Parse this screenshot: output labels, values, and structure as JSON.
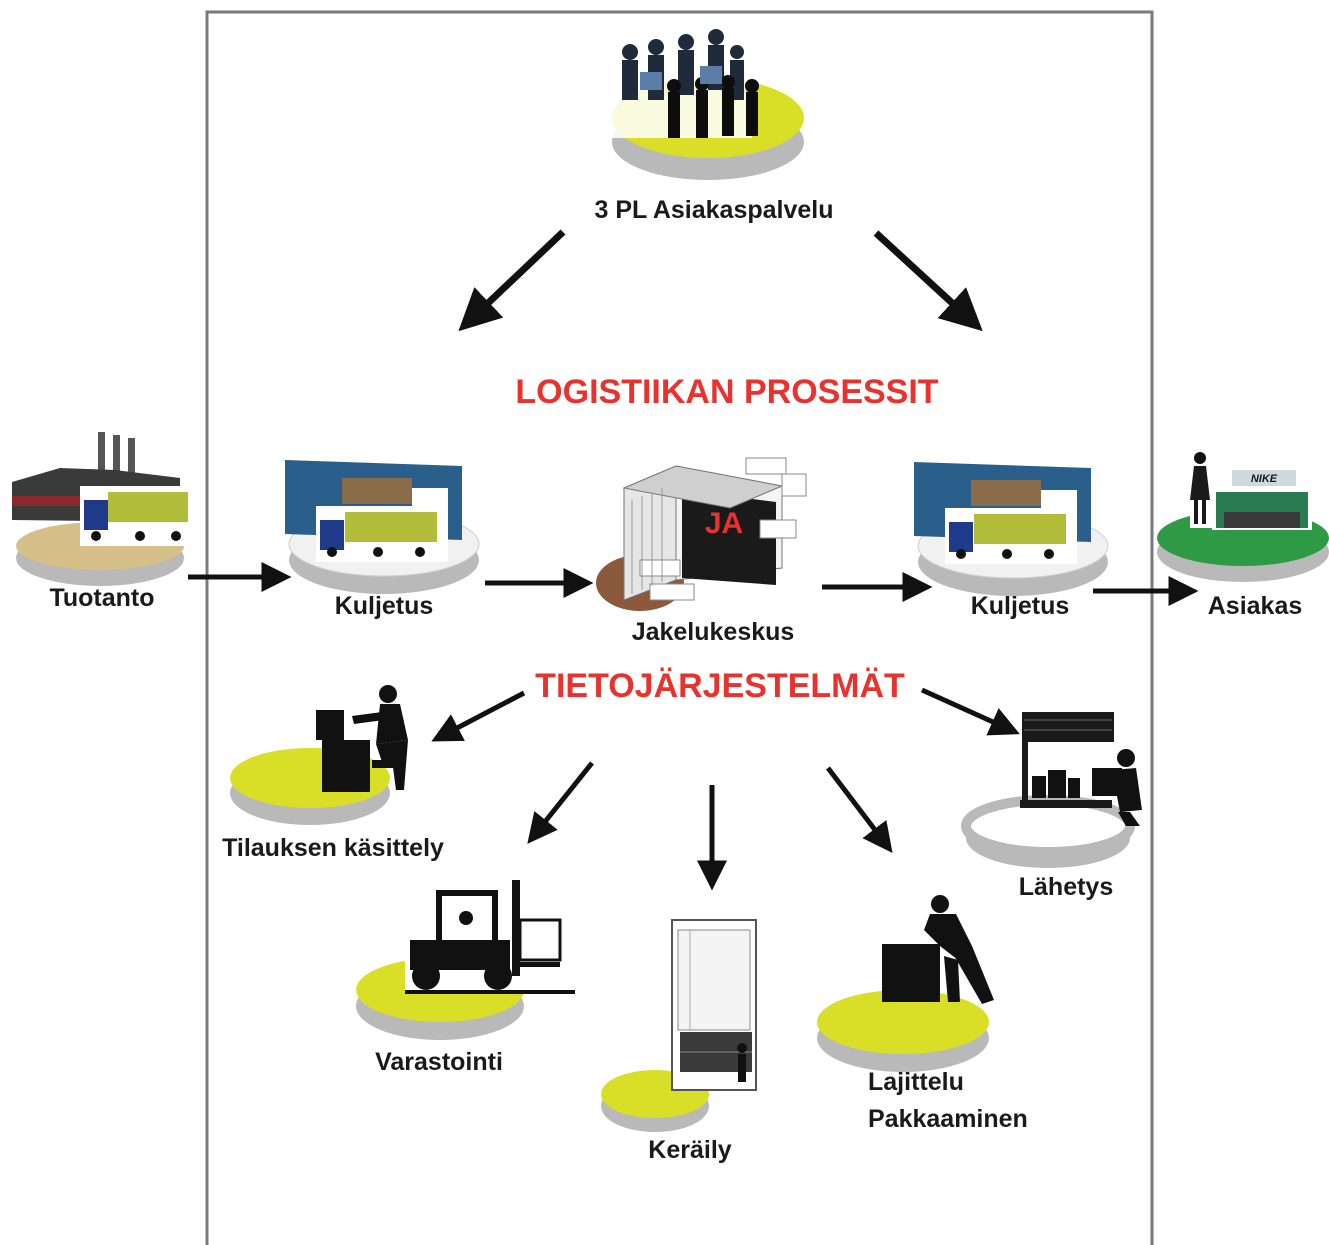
{
  "diagram": {
    "title": "LOGISTIIKAN PROSESSIT",
    "subtitle": "TIETOJÄRJESTELMÄT",
    "nodes": {
      "customer_service": "3 PL Asiakaspalvelu",
      "production": "Tuotanto",
      "transport_in": "Kuljetus",
      "distribution_center": "Jakelukeskus",
      "distribution_center_badge": "JA",
      "transport_out": "Kuljetus",
      "customer": "Asiakas",
      "customer_store_sign": "NIKE",
      "order_processing": "Tilauksen käsittely",
      "warehousing": "Varastointi",
      "picking": "Keräily",
      "sorting_line1": "Lajittelu",
      "sorting_line2": "Pakkaaminen",
      "shipping": "Lähetys"
    }
  },
  "colors": {
    "accent_red": "#e8322e",
    "platform_yellow": "#d9df27",
    "platform_green": "#2f9a46",
    "platform_tan": "#d6c089",
    "platform_white": "#f1f1f1",
    "building_blue": "#2a5f8c",
    "frame_gray": "#7a7a7a",
    "arrow": "#111111"
  },
  "icons": [
    "people-icon",
    "factory-icon",
    "truck-icon",
    "warehouse-icon",
    "distribution-center-icon",
    "store-icon",
    "office-worker-icon",
    "forklift-icon",
    "shelving-icon",
    "packing-worker-icon",
    "loading-worker-icon"
  ]
}
